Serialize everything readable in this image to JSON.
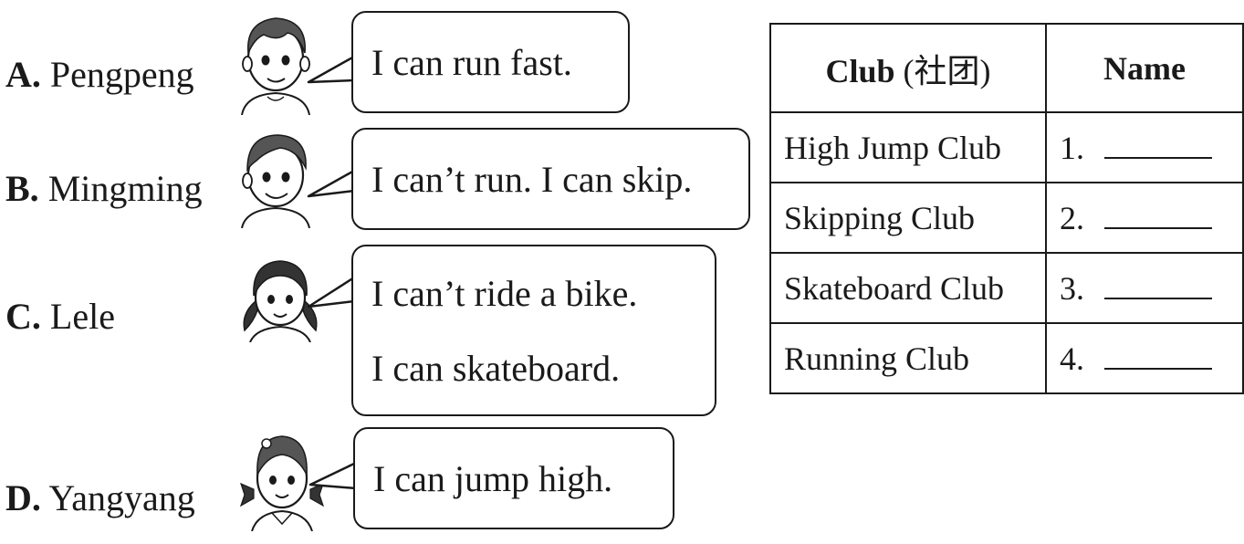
{
  "people": [
    {
      "letter": "A.",
      "name": "Pengpeng",
      "speech": [
        "I can run fast."
      ],
      "avatar_icon": "boy-face-icon"
    },
    {
      "letter": "B.",
      "name": "Mingming",
      "speech": [
        "I can’t run. I can skip."
      ],
      "avatar_icon": "boy-face-icon"
    },
    {
      "letter": "C.",
      "name": "Lele",
      "speech": [
        "I can’t ride a bike.",
        "I can skateboard."
      ],
      "avatar_icon": "girl-face-icon"
    },
    {
      "letter": "D.",
      "name": "Yangyang",
      "speech": [
        "I can jump high."
      ],
      "avatar_icon": "girl-face-icon"
    }
  ],
  "table": {
    "headers": {
      "club_bold": "Club",
      "club_note": " (社团)",
      "name": "Name"
    },
    "rows": [
      {
        "club": "High Jump Club",
        "num": "1."
      },
      {
        "club": "Skipping Club",
        "num": "2."
      },
      {
        "club": "Skateboard Club",
        "num": "3."
      },
      {
        "club": "Running Club",
        "num": "4."
      }
    ]
  }
}
